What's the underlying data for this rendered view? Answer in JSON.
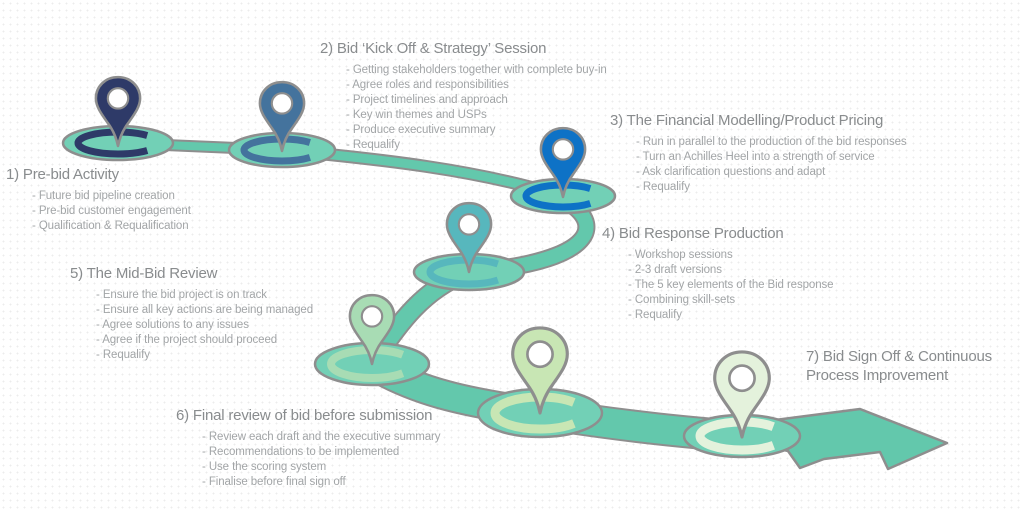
{
  "road": {
    "color": "#63c8ac",
    "outline": "#8e8e8e",
    "base_fill": "#72d0b6"
  },
  "stages": [
    {
      "title": "1) Pre-bid Activity",
      "pin_color": "#2e3a68",
      "bullets": [
        "- Future bid pipeline creation",
        "- Pre-bid customer engagement",
        "- Qualification & Requalification"
      ]
    },
    {
      "title": "2) Bid ‘Kick Off & Strategy’ Session",
      "pin_color": "#44739d",
      "bullets": [
        "- Getting stakeholders together with complete buy-in",
        "- Agree roles and responsibilities",
        "- Project timelines and approach",
        "- Key win themes and USPs",
        "- Produce executive summary",
        "- Requalify"
      ]
    },
    {
      "title": "3) The Financial Modelling/Product Pricing",
      "pin_color": "#0e72c6",
      "bullets": [
        "- Run in parallel to the production of the bid responses",
        "- Turn an Achilles Heel into a strength of service",
        "- Ask clarification questions and adapt",
        "- Requalify"
      ]
    },
    {
      "title": "4) Bid Response Production",
      "pin_color": "#57b7bd",
      "bullets": [
        "- Workshop sessions",
        "- 2-3 draft versions",
        "- The 5 key elements of the Bid response",
        "- Combining skill-sets",
        "- Requalify"
      ]
    },
    {
      "title": "5) The Mid-Bid Review",
      "pin_color": "#a8dcb4",
      "bullets": [
        "- Ensure the bid project is on track",
        "- Ensure all key actions are being managed",
        "- Agree solutions to any issues",
        "- Agree if the project should proceed",
        "- Requalify"
      ]
    },
    {
      "title": "6) Final review of bid before submission",
      "pin_color": "#c8e6b4",
      "bullets": [
        "- Review each draft and the executive summary",
        "- Recommendations to be implemented",
        "- Use the scoring system",
        "- Finalise before final sign off"
      ]
    },
    {
      "title": "7) Bid Sign Off & Continuous Process Improvement",
      "pin_color": "#e4f2dc",
      "bullets": []
    }
  ]
}
